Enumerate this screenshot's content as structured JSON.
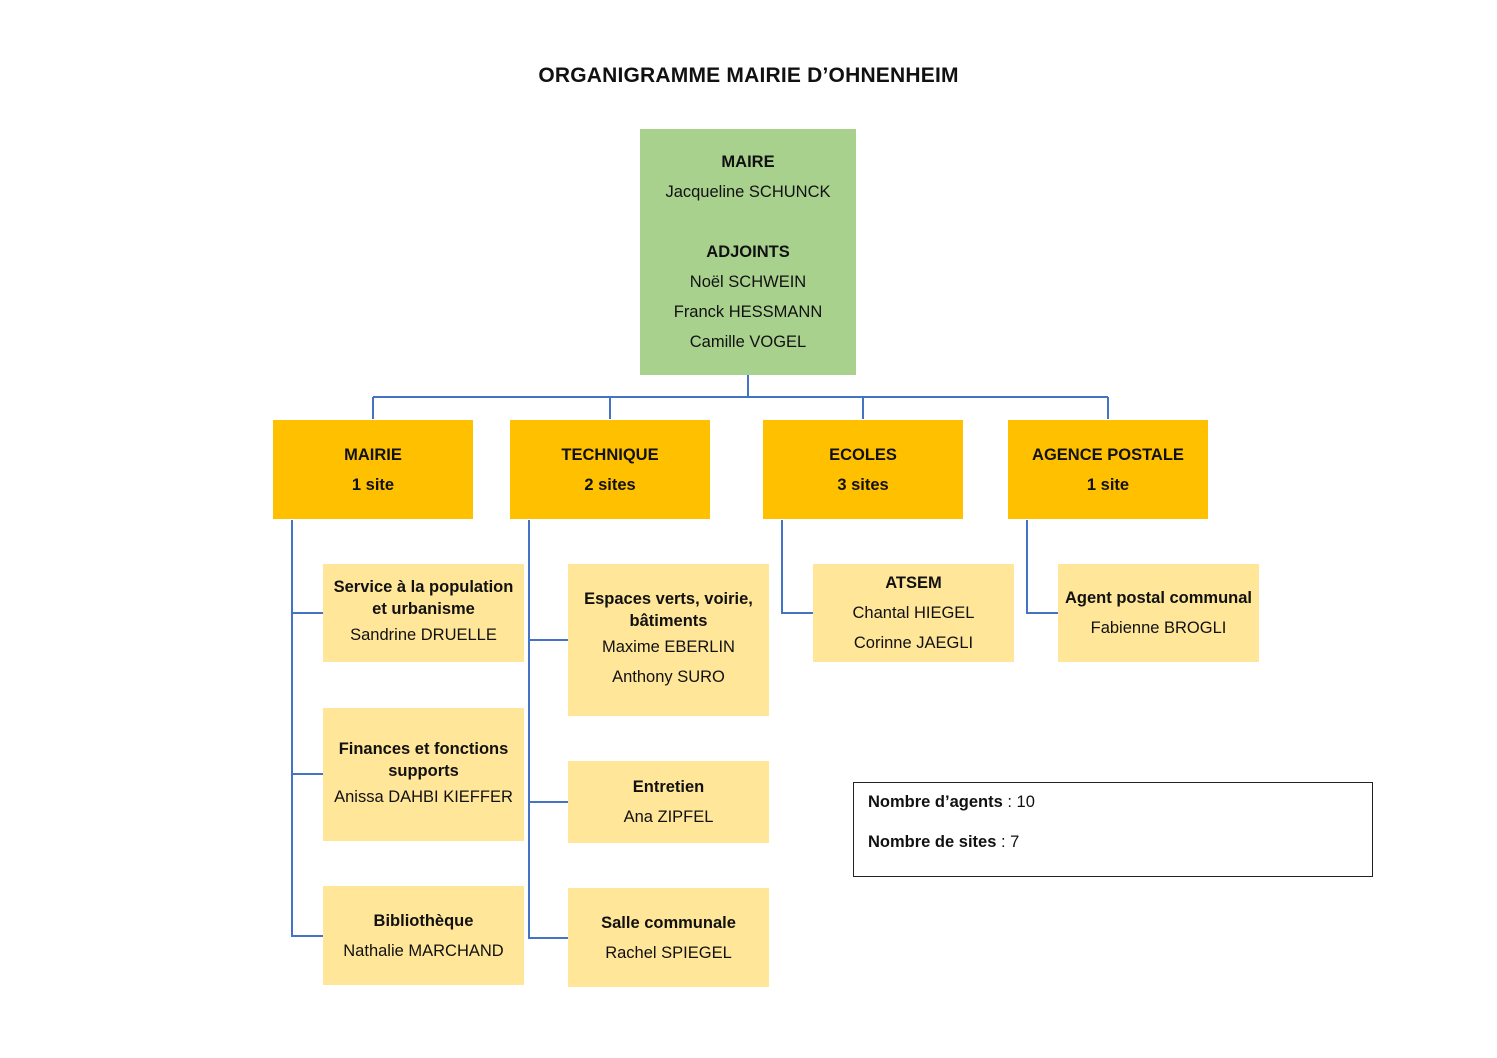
{
  "title": "ORGANIGRAMME MAIRIE D’OHNENHEIM",
  "colors": {
    "top_box": "#a9d18e",
    "department_box": "#ffc000",
    "service_box": "#ffe699",
    "connector": "#4472c4"
  },
  "top": {
    "maire_label": "MAIRE",
    "maire_name": "Jacqueline SCHUNCK",
    "adjoints_label": "ADJOINTS",
    "adjoints": [
      "Noël SCHWEIN",
      "Franck HESSMANN",
      "Camille VOGEL"
    ]
  },
  "departments": [
    {
      "name": "MAIRIE",
      "sites": "1 site",
      "services": [
        {
          "title_lines": [
            "Service à la population",
            "et urbanisme"
          ],
          "people": [
            "Sandrine DRUELLE"
          ]
        },
        {
          "title_lines": [
            "Finances et fonctions",
            "supports"
          ],
          "people": [
            "Anissa DAHBI KIEFFER"
          ]
        },
        {
          "title_lines": [
            "Bibliothèque"
          ],
          "people": [
            "Nathalie MARCHAND"
          ]
        }
      ]
    },
    {
      "name": "TECHNIQUE",
      "sites": "2 sites",
      "services": [
        {
          "title_lines": [
            "Espaces verts, voirie,",
            "bâtiments"
          ],
          "people": [
            "Maxime EBERLIN",
            "Anthony SURO"
          ]
        },
        {
          "title_lines": [
            "Entretien"
          ],
          "people": [
            "Ana ZIPFEL"
          ]
        },
        {
          "title_lines": [
            "Salle communale"
          ],
          "people": [
            "Rachel SPIEGEL"
          ]
        }
      ]
    },
    {
      "name": "ECOLES",
      "sites": "3 sites",
      "services": [
        {
          "title_lines": [
            "ATSEM"
          ],
          "people": [
            "Chantal HIEGEL",
            "Corinne JAEGLI"
          ]
        }
      ]
    },
    {
      "name": "AGENCE POSTALE",
      "sites": "1 site",
      "services": [
        {
          "title_lines": [
            "Agent postal communal"
          ],
          "people": [
            "Fabienne BROGLI"
          ]
        }
      ]
    }
  ],
  "summary": {
    "agents_label": "Nombre d’agents",
    "agents_value": " : 10",
    "sites_label": "Nombre de sites",
    "sites_value": " : 7"
  }
}
